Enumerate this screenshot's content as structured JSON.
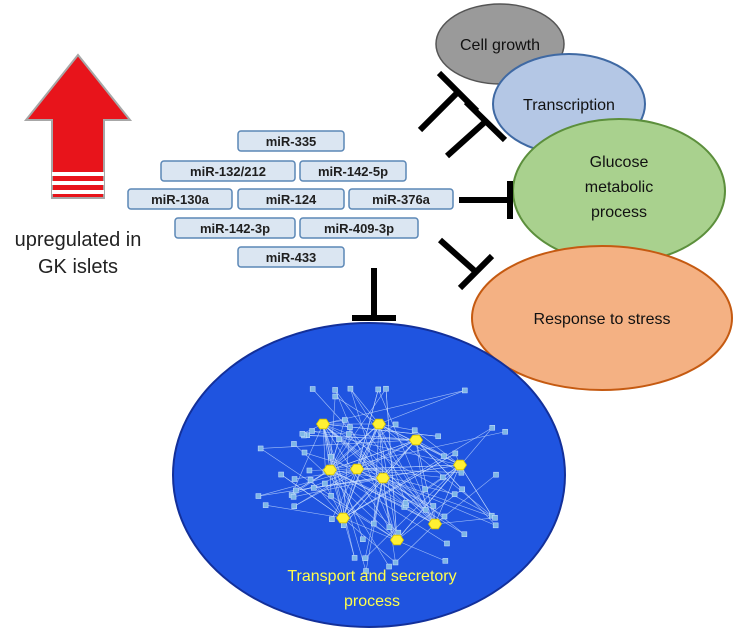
{
  "upregulated_label": {
    "line1": "upregulated in",
    "line2": "GK islets"
  },
  "mirnas": [
    "miR-335",
    "miR-132/212",
    "miR-142-5p",
    "miR-130a",
    "miR-124",
    "miR-376a",
    "miR-142-3p",
    "miR-409-3p",
    "miR-433"
  ],
  "processes": {
    "cell_growth": "Cell growth",
    "transcription": "Transcription",
    "glucose": {
      "line1": "Glucose",
      "line2": "metabolic",
      "line3": "process"
    },
    "stress": "Response to stress",
    "transport": {
      "line1": "Transport and secretory",
      "line2": "process"
    }
  },
  "colors": {
    "arrow": "#e8141b",
    "mirna_box_fill": "#dbe6f2",
    "mirna_box_stroke": "#5b87b6",
    "cell_growth": "#9a9a9a",
    "transcription": "#b4c7e5",
    "glucose": "#a9d18e",
    "stress": "#f4b183",
    "transport": "#1f54e0",
    "transport_text": "#ffff4d",
    "network_node": "#fff033",
    "network_leaf": "#7fb7e6",
    "inhibit": "#000000"
  }
}
